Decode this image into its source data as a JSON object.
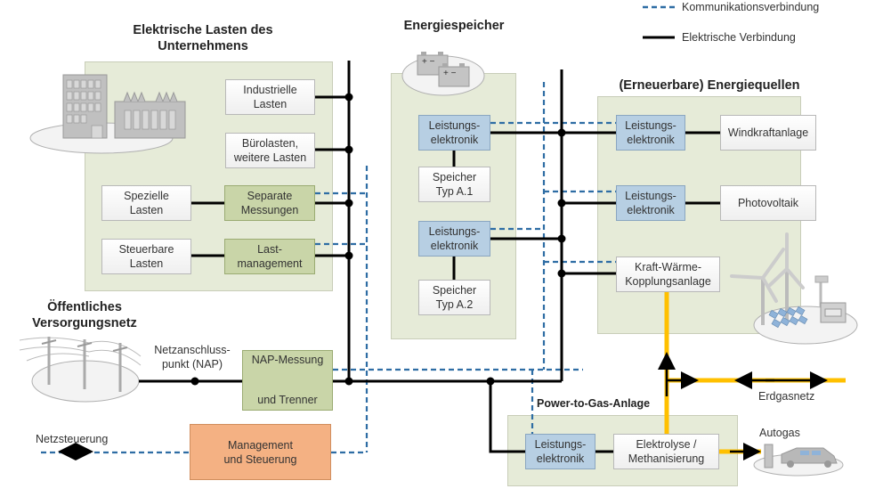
{
  "legend": {
    "communication": "Kommunikationsverbindung",
    "electrical": "Elektrische Verbindung"
  },
  "colors": {
    "communication_line": "#2e6da4",
    "electrical_line": "#000000",
    "gas_line": "#ffc000",
    "panel_fill": "#e6ebd8",
    "power_electronics_fill": "#b7cfe3",
    "measurement_fill": "#c9d5a8",
    "management_fill": "#f4b183"
  },
  "groups": {
    "loads": {
      "title": "Elektrische Lasten des\nUnternehmens",
      "industrial": "Industrielle\nLasten",
      "office": "Bürolasten,\nweitere Lasten",
      "special": "Spezielle\nLasten",
      "separate_measurement": "Separate\nMessungen",
      "controllable": "Steuerbare\nLasten",
      "load_management": "Last-\nmanagement"
    },
    "storage": {
      "title": "Energiespeicher",
      "pe1": "Leistungs-\nelektronik",
      "storage1": "Speicher\nTyp A.1",
      "pe2": "Leistungs-\nelektronik",
      "storage2": "Speicher\nTyp A.2"
    },
    "sources": {
      "title": "(Erneuerbare) Energiequellen",
      "pe_wind": "Leistungs-\nelektronik",
      "wind": "Windkraftanlage",
      "pe_pv": "Leistungs-\nelektronik",
      "pv": "Photovoltaik",
      "chp": "Kraft-Wärme-\nKopplungsanlage"
    },
    "grid": {
      "title": "Öffentliches\nVersorgungsnetz",
      "nap_label": "Netzanschluss-\npunkt (NAP)",
      "nap_measure_top": "NAP-Messung",
      "nap_measure_bottom": "und Trenner",
      "grid_control": "Netzsteuerung"
    },
    "management": {
      "label": "Management\nund Steuerung"
    },
    "p2g": {
      "title": "Power-to-Gas-Anlage",
      "pe": "Leistungs-\nelektronik",
      "electrolysis": "Elektrolyse /\nMethanisierung",
      "gas_grid": "Erdgasnetz",
      "autogas": "Autogas"
    }
  }
}
